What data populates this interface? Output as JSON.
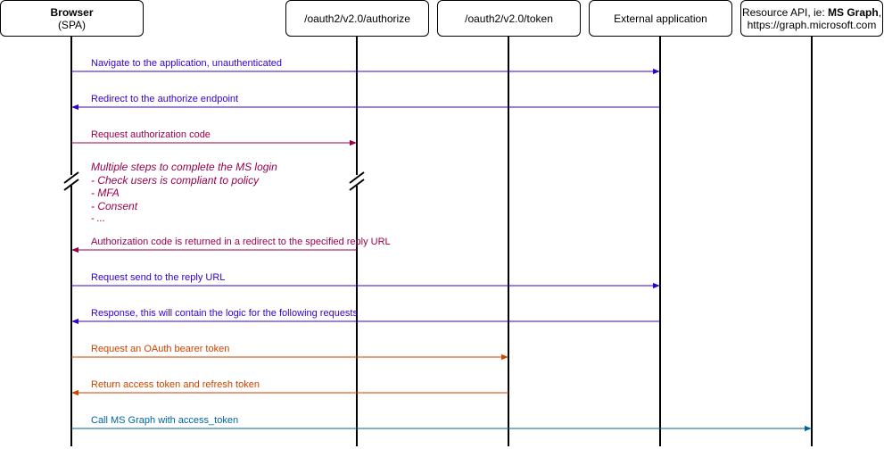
{
  "actors": {
    "browser": {
      "title": "Browser",
      "subtitle": "(SPA)"
    },
    "authorize": {
      "title": "/oauth2/v2.0/authorize"
    },
    "token": {
      "title": "/oauth2/v2.0/token"
    },
    "external": {
      "title": "External application"
    },
    "resource": {
      "title_prefix": "Resource API, ie: ",
      "title_bold": "MS Graph",
      "title_suffix": ",",
      "subtitle": "https://graph.microsoft.com"
    }
  },
  "messages": [
    {
      "label": "Navigate to the application, unauthenticated",
      "color": "#3300CC"
    },
    {
      "label": "Redirect to the authorize endpoint",
      "color": "#3300CC"
    },
    {
      "label": "Request authorization code",
      "color": "#99004D"
    },
    {
      "label": "Authorization code is returned in a redirect to the specified reply URL",
      "color": "#99004D"
    },
    {
      "label": "Request send to the reply URL",
      "color": "#3300CC"
    },
    {
      "label": "Response, this will contain the logic for the following requests",
      "color": "#3300CC"
    },
    {
      "label": "Request an OAuth bearer token",
      "color": "#CC4400"
    },
    {
      "label": "Return access token and refresh token",
      "color": "#CC4400"
    },
    {
      "label": "Call MS Graph with access_token",
      "color": "#006699"
    }
  ],
  "note": {
    "color": "#99004D",
    "lines": [
      "Multiple steps to complete the MS login",
      "- Check users is compliant to policy",
      "- MFA",
      "- Consent",
      "- ..."
    ]
  }
}
